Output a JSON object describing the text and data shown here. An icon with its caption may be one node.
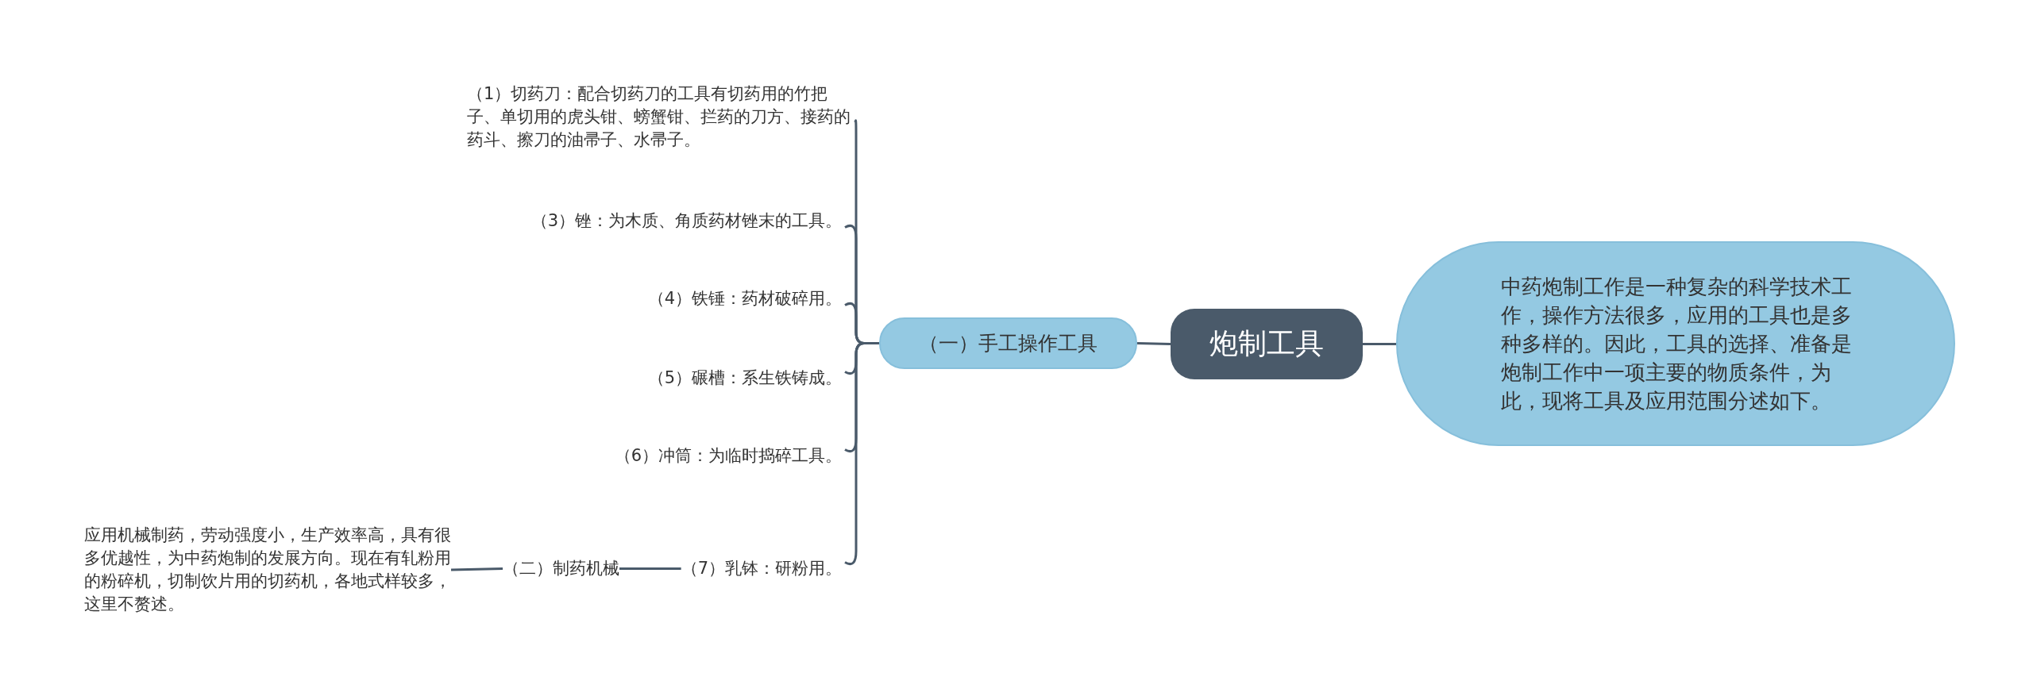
{
  "diagram": {
    "nodes": [
      {
        "text": [
          "炮制工具"
        ]
      },
      {
        "text": [
          "中药炮制工作是一种复杂的科学技术工作，操作方法很多，应用的工具也是多种多样的。因此，工具的选择、准备是炮制工作中一项主要的物质条件，为此，现将工具及应用范围分述如下。"
        ]
      },
      {
        "text": [
          "（一）手工操作工具"
        ]
      },
      {
        "text": [
          "（1）切药刀：配合切药刀的工具有切药用的竹把子、单切用的虎头钳、螃蟹钳、拦药的刀方、接药的药斗、擦刀的油帚子、水帚子。"
        ]
      },
      {
        "text": [
          "（3）锉：为木质、角质药材锉末的工具。"
        ]
      },
      {
        "text": [
          "（4）铁锤：药材破碎用。"
        ]
      },
      {
        "text": [
          "（5）碾槽：系生铁铸成。"
        ]
      },
      {
        "text": [
          "（6）冲筒：为临时捣碎工具。"
        ]
      },
      {
        "text": [
          "（7）乳钵：研粉用。"
        ]
      },
      {
        "text": [
          "（二）制药机械"
        ]
      },
      {
        "text": [
          "应用机械制药，劳动强度小，生产效率高，具有很多优越性，为中药炮制的发展方向。现在有轧粉用的粉碎机，切制饮片用的切药机，各地式样较多，这里不赘述。"
        ]
      }
    ],
    "edges": [
      {
        "from": 0,
        "to": 1,
        "arrow": "none"
      },
      {
        "from": 0,
        "to": 2,
        "arrow": "none"
      },
      {
        "from": 2,
        "to": 3,
        "arrow": "none"
      },
      {
        "from": 2,
        "to": 4,
        "arrow": "none"
      },
      {
        "from": 2,
        "to": 5,
        "arrow": "none"
      },
      {
        "from": 2,
        "to": 6,
        "arrow": "none"
      },
      {
        "from": 2,
        "to": 7,
        "arrow": "none"
      },
      {
        "from": 2,
        "to": 8,
        "arrow": "none"
      },
      {
        "from": 8,
        "to": 9,
        "arrow": "none"
      },
      {
        "from": 9,
        "to": 10,
        "arrow": "none"
      }
    ]
  }
}
